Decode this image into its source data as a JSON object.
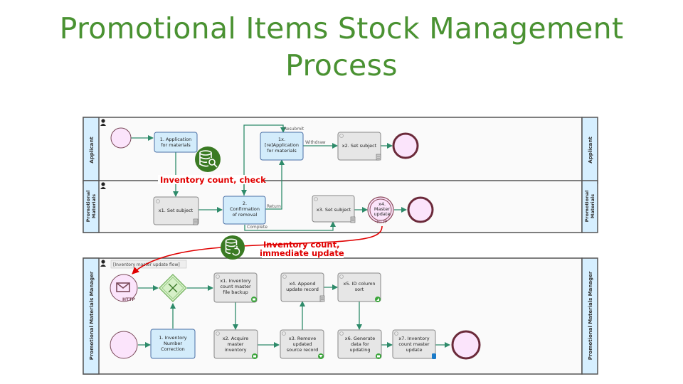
{
  "title": {
    "line1": "Promotional Items Stock Management",
    "line2": "Process"
  },
  "colors": {
    "title": "#4a9232",
    "lane_header": "#d6efff",
    "human_task": "#d3ecfb",
    "system_task": "#e6e6e6",
    "flow": "#2e8b6a",
    "start_event": "#fbe4fb",
    "end_event_border": "#6b2a3a",
    "annotation_red": "#e00000",
    "badge_green": "#3a7a23"
  },
  "lanes": [
    {
      "name": "Applicant"
    },
    {
      "name": "Promotional Materials"
    },
    {
      "name": "Promotional Materials Manager",
      "subflow_label": "[Inventory master update flow]"
    }
  ],
  "tasks": {
    "app_1": [
      "1. Application",
      "for materials"
    ],
    "app_1x": [
      "1x.",
      "[re]Application",
      "for materials"
    ],
    "app_x2": [
      "x2. Set subject"
    ],
    "pm_x1": [
      "x1. Set subject"
    ],
    "pm_2": [
      "2.",
      "Confirmation",
      "of removal"
    ],
    "pm_x3": [
      "x3. Set subject"
    ],
    "pm_x4": [
      "x4.",
      "Master",
      "update"
    ],
    "mgr_x1": [
      "x1. Inventory",
      "count master",
      "file backup"
    ],
    "mgr_x4": [
      "x4. Append",
      "update record"
    ],
    "mgr_x5": [
      "x5. ID column",
      "sort"
    ],
    "mgr_1": [
      "1. Inventory",
      "Number",
      "Correction"
    ],
    "mgr_x2": [
      "x2. Acquire",
      "master",
      "inventory"
    ],
    "mgr_x3": [
      "x3. Remove",
      "updated",
      "source record"
    ],
    "mgr_x6": [
      "x6. Generate",
      "data for",
      "updating"
    ],
    "mgr_x7": [
      "x7. Inventory",
      "count master",
      "update"
    ]
  },
  "flow_labels": {
    "resubmit": "Resubmit",
    "withdraw": "Withdraw",
    "return": "Return",
    "complete": "Complete",
    "http": "HTTP",
    "http2": "HTTP"
  },
  "annotations": {
    "check": "Inventory count, check",
    "update_line1": "Inventory count,",
    "update_line2": "immediate update"
  }
}
